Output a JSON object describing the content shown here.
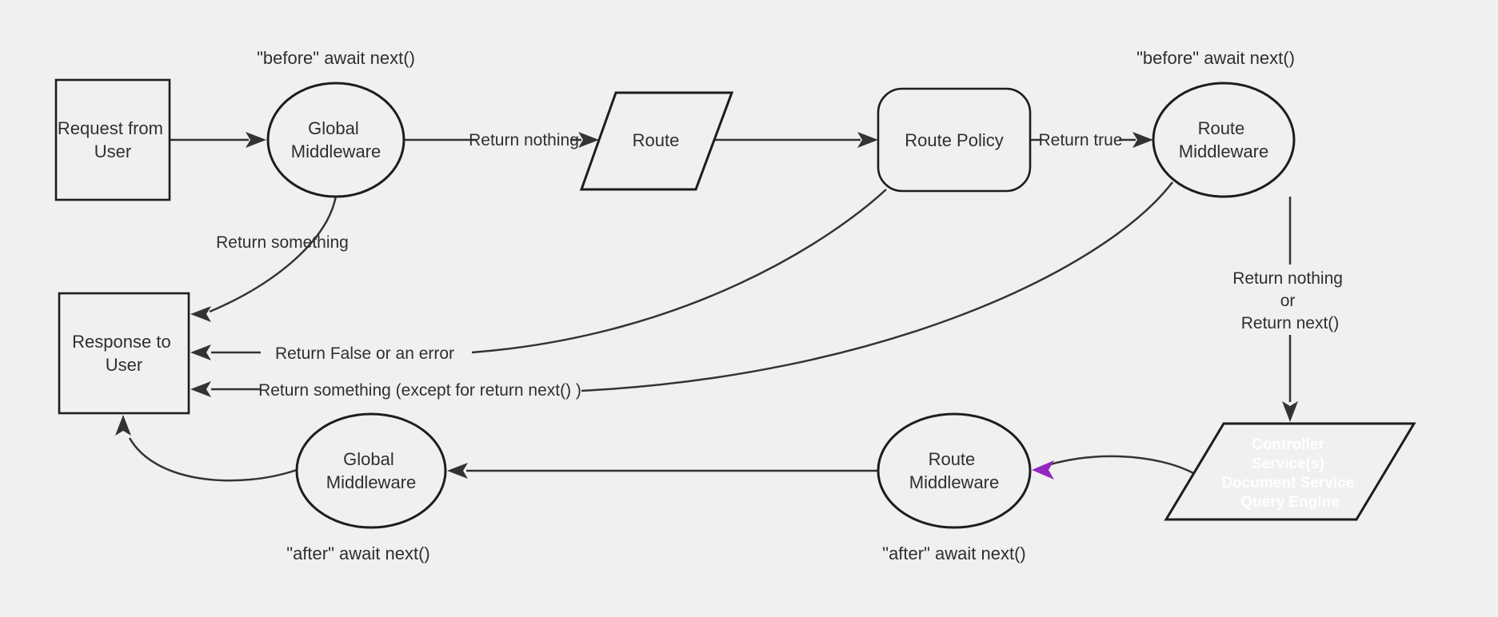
{
  "colors": {
    "background": "#f0f0f0",
    "edge": "#333333",
    "node_border": "#1d1d1d",
    "node_fill": "#f0f0f0",
    "text": "#2f2f2f",
    "purple_fill": "#8A23AE",
    "purple_arrow": "#9427BE",
    "purple_text": "#ffffff"
  },
  "nodes": {
    "request_box": {
      "line1": "Request from",
      "line2": "User"
    },
    "global_middleware_top": {
      "line1": "Global",
      "line2": "Middleware"
    },
    "route": {
      "label": "Route"
    },
    "route_policy": {
      "label": "Route Policy"
    },
    "route_middleware_top": {
      "line1": "Route",
      "line2": "Middleware"
    },
    "response_box": {
      "line1": "Response to",
      "line2": "User"
    },
    "controller_services": {
      "line1": "Controller",
      "line2": "Service(s)",
      "line3": "Document Service",
      "line4": "Query Engine"
    },
    "route_middleware_bottom": {
      "line1": "Route",
      "line2": "Middleware"
    },
    "global_middleware_bottom": {
      "line1": "Global",
      "line2": "Middleware"
    }
  },
  "annotations": {
    "before_await_left": "\"before\" await next()",
    "before_await_right": "\"before\" await next()",
    "after_await_left": "\"after\" await next()",
    "after_await_right": "\"after\" await next()"
  },
  "edge_labels": {
    "return_nothing": "Return nothing",
    "return_true": "Return true",
    "return_something": "Return something",
    "return_false_or_error": "Return False or an error",
    "return_something_except": "Return something (except for return next() )",
    "return_nothing_or": {
      "line1": "Return nothing",
      "line2": "or",
      "line3": "Return next()"
    }
  }
}
